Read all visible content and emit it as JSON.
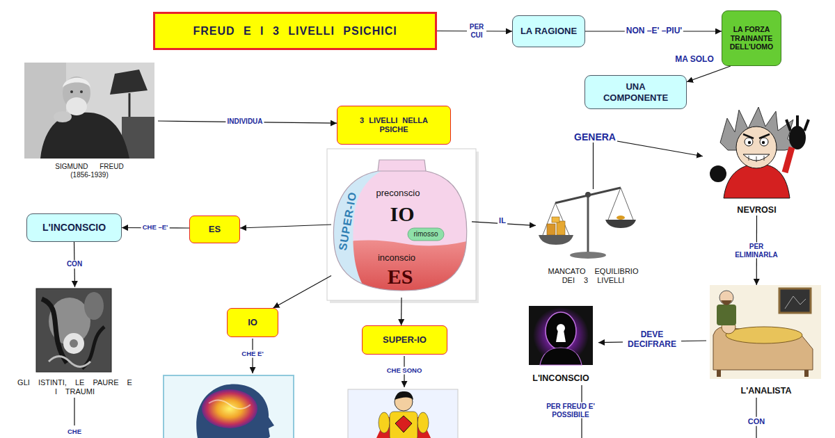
{
  "diagram": {
    "nodes": [
      {
        "text": [
          "FREUD E I 3 LIVELLI PSICHICI"
        ]
      },
      {
        "text": [
          "LA RAGIONE"
        ]
      },
      {
        "text": [
          "LA FORZA TRAINANTE DELL'UOMO"
        ]
      },
      {
        "text": [
          "UNA COMPONENTE"
        ]
      },
      {
        "text": [
          "SIGMUND FREUD (1856-1939)"
        ]
      },
      {
        "text": [
          "3 LIVELLI NELLA PSICHE"
        ]
      },
      {
        "text": [
          "SUPER-IO",
          "preconscio",
          "IO",
          "rimosso",
          "inconscio",
          "ES"
        ]
      },
      {
        "text": [
          "MANCATO EQUILIBRIO DEI 3 LIVELLI"
        ]
      },
      {
        "text": [
          "NEVROSI"
        ]
      },
      {
        "text": [
          "L'INCONSCIO"
        ]
      },
      {
        "text": [
          "ES"
        ]
      },
      {
        "text": [
          "GLI ISTINTI, LE PAURE E I TRAUMI"
        ]
      },
      {
        "text": [
          "IO"
        ]
      },
      {
        "text": [
          "SUPER-IO"
        ]
      },
      {
        "text": [
          "L'INCONSCIO"
        ]
      },
      {
        "text": [
          "L'ANALISTA"
        ]
      }
    ],
    "edges": [
      {
        "from": 0,
        "to": 1,
        "label": "PER CUI",
        "arrow": "to"
      },
      {
        "from": 1,
        "to": 2,
        "label": "NON –E' –PIU'",
        "arrow": "to"
      },
      {
        "from": 2,
        "to": 3,
        "label": "MA SOLO",
        "arrow": "to"
      },
      {
        "from": 4,
        "to": 5,
        "label": "INDIVIDUA",
        "arrow": "to"
      },
      {
        "from": 6,
        "to": 10,
        "arrow": "to"
      },
      {
        "from": 10,
        "to": 9,
        "label": "CHE –E'",
        "arrow": "to"
      },
      {
        "from": 6,
        "to": 12,
        "arrow": "to"
      },
      {
        "from": 6,
        "to": 13,
        "arrow": "to"
      },
      {
        "from": 6,
        "to": 7,
        "label": "IL",
        "arrow": "to"
      },
      {
        "from": 7,
        "to": 8,
        "label": "GENERA",
        "arrow": "to"
      },
      {
        "from": 9,
        "to": 11,
        "label": "CON",
        "arrow": "to"
      },
      {
        "from": 8,
        "to": 15,
        "label": "PER ELIMINARLA",
        "arrow": "to"
      },
      {
        "from": 15,
        "to": 14,
        "label": "DEVE DECIFRARE",
        "arrow": "to"
      }
    ],
    "labels": [
      "CHE E'",
      "CHE SONO",
      "PER FREUD E' POSSIBILE",
      "CON",
      "CHE"
    ]
  }
}
